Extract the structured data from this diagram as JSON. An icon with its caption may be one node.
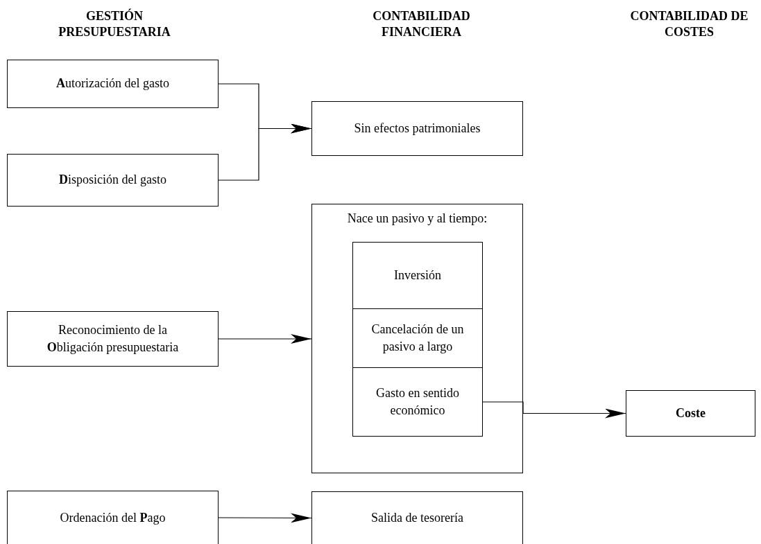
{
  "diagram": {
    "nodes": [
      {
        "text": [
          "**A**utorización del gasto"
        ]
      },
      {
        "text": [
          "**D**isposición del gasto"
        ]
      },
      {
        "text": [
          "Sin efectos patrimoniales"
        ]
      },
      {
        "text": [
          "Reconocimiento de la **O**bligación presupuestaria"
        ]
      },
      {
        "text": [
          "Nace un pasivo y al tiempo:"
        ]
      },
      {
        "text": [
          "Inversión"
        ],
        "in": 4
      },
      {
        "text": [
          "Cancelación de un pasivo a largo"
        ],
        "in": 4
      },
      {
        "text": [
          "Gasto en sentido económico"
        ],
        "in": 4
      },
      {
        "text": [
          "Coste"
        ]
      },
      {
        "text": [
          "Ordenación del **P**ago"
        ]
      },
      {
        "text": [
          "Salida de tesorería"
        ]
      }
    ],
    "edges": [
      {
        "from": 0,
        "to": 2,
        "arrow": "to"
      },
      {
        "from": 1,
        "to": 2,
        "arrow": "to"
      },
      {
        "from": 3,
        "to": 4,
        "arrow": "to"
      },
      {
        "from": 7,
        "to": 8,
        "arrow": "to"
      },
      {
        "from": 9,
        "to": 10,
        "arrow": "to"
      }
    ],
    "labels": [
      "GESTIÓN PRESUPUESTARIA",
      "CONTABILIDAD FINANCIERA",
      "CONTABILIDAD DE COSTES"
    ]
  }
}
